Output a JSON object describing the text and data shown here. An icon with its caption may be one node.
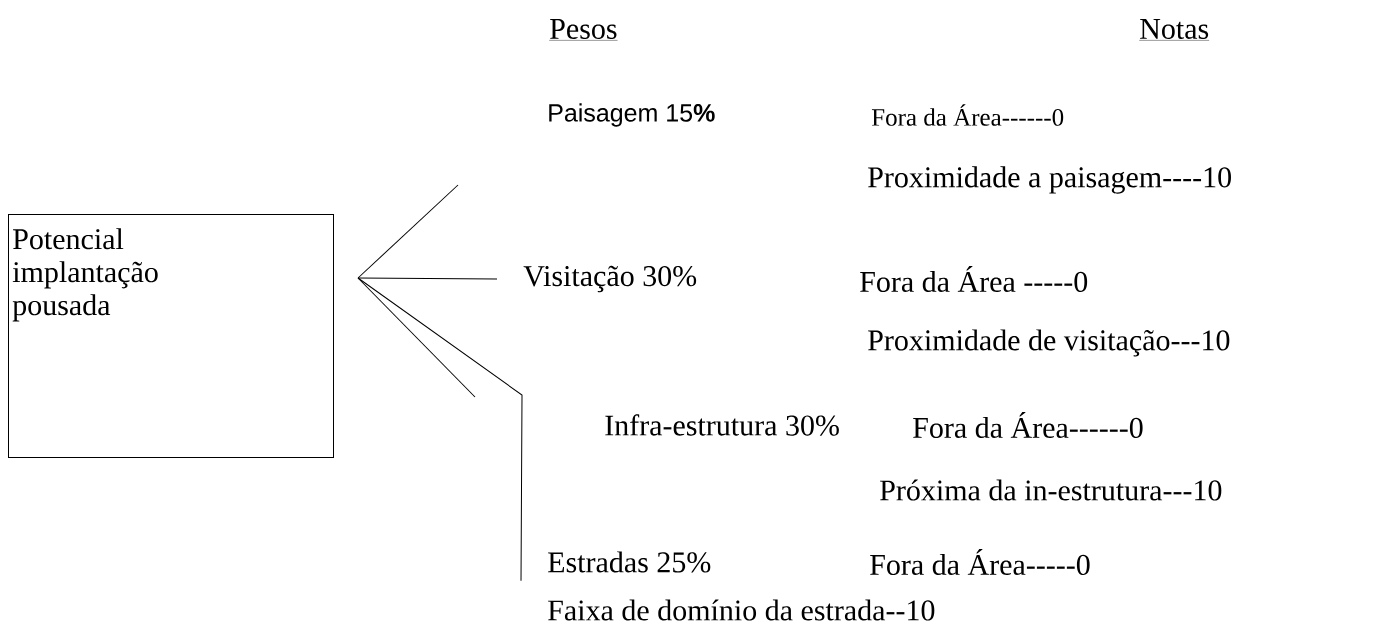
{
  "diagram": {
    "nodes": [
      {
        "text": [
          "Potencial implantação pousada"
        ]
      },
      {
        "text": [
          "Paisagem 15**%**"
        ]
      },
      {
        "text": [
          "Visitação 30%"
        ]
      },
      {
        "text": [
          "Infra-estrutura 30%"
        ]
      },
      {
        "text": [
          "Estradas 25%"
        ]
      }
    ],
    "edges": [
      {
        "from": 0,
        "to": null,
        "arrow": "none"
      },
      {
        "from": 0,
        "to": 2,
        "arrow": "none"
      },
      {
        "from": 0,
        "to": null,
        "arrow": "none"
      },
      {
        "from": 0,
        "to": 4,
        "arrow": "none"
      }
    ],
    "labels": [
      "Pesos",
      "Notas",
      "Fora da Área------0",
      "Proximidade a paisagem----10",
      "Fora da Área -----0",
      "Proximidade de visitação---10",
      "Fora da Área------0",
      "Próxima da in-estrutura---10",
      "Fora da Área-----0",
      "Faixa de domínio da estrada--10"
    ]
  }
}
